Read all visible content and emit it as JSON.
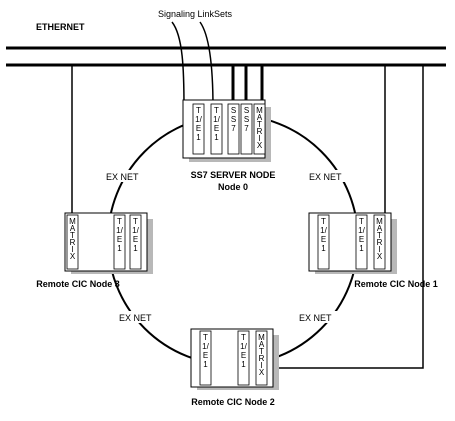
{
  "diagram": {
    "ethernet_label": "ETHERNET",
    "signaling_label": "Signaling LinkSets",
    "extnet_label": "EX NET",
    "nodes": {
      "server": {
        "title": "SS7 SERVER NODE",
        "subtitle": "Node 0",
        "cards": [
          "T1/E1",
          "T1/E1",
          "SS7",
          "SS7",
          "MATRIX"
        ]
      },
      "node1": {
        "title": "Remote CIC Node 1",
        "cards": [
          "T1/E1",
          "T1/E1",
          "MATRIX"
        ]
      },
      "node2": {
        "title": "Remote CIC Node 2",
        "cards": [
          "T1/E1",
          "T1/E1",
          "MATRIX"
        ]
      },
      "node3": {
        "title": "Remote CIC Node 3",
        "cards": [
          "MATRIX",
          "T1/E1",
          "T1/E1"
        ]
      }
    }
  }
}
